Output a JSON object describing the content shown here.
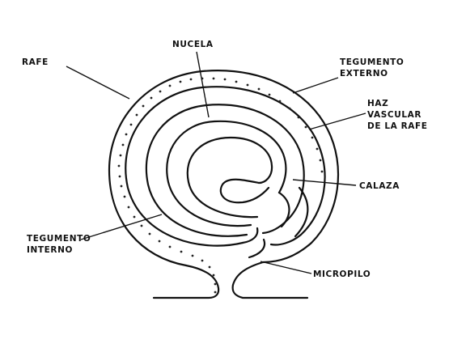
{
  "labels": {
    "nucela": "NUCELA",
    "rafe": "RAFE",
    "tegumento_externo_1": "TEGUMENTO",
    "tegumento_externo_2": "EXTERNO",
    "haz_1": "HAZ",
    "haz_2": "VASCULAR",
    "haz_3": "DE LA RAFE",
    "calaza": "CALAZA",
    "tegumento_interno_1": "TEGUMENTO",
    "tegumento_interno_2": "INTERNO",
    "micropilo": "MICROPILO"
  },
  "colors": {
    "ink": "#111111",
    "background": "#ffffff"
  }
}
